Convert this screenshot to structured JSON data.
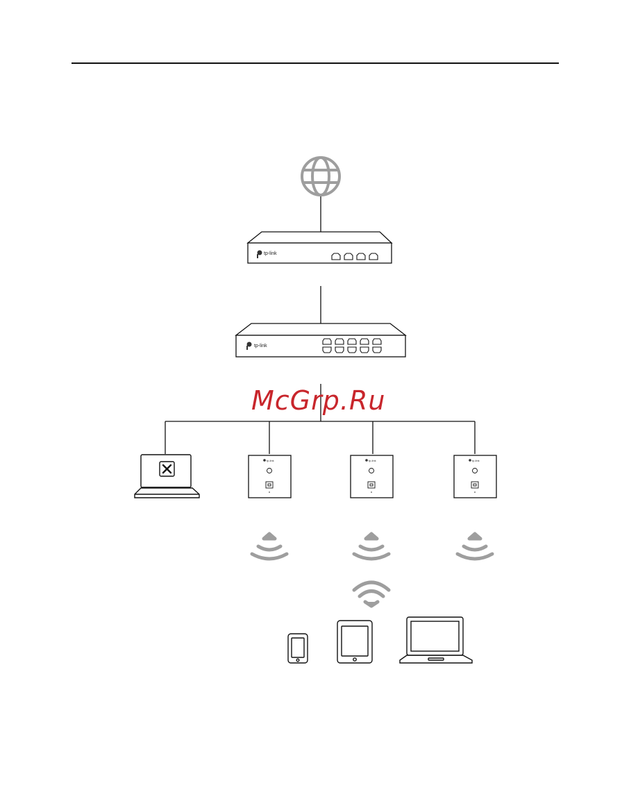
{
  "watermark": {
    "text": "McGrp.Ru",
    "color": "#c8262c"
  },
  "devices": {
    "router": {
      "brand": "tp-link"
    },
    "switch": {
      "brand": "tp-link"
    },
    "access_points": [
      {
        "brand": "tp-link"
      },
      {
        "brand": "tp-link"
      },
      {
        "brand": "tp-link"
      }
    ]
  },
  "icons": [
    "globe-icon",
    "router-icon",
    "switch-icon",
    "laptop-settings-icon",
    "access-point-icon",
    "wifi-signal-icon",
    "smartphone-icon",
    "tablet-icon",
    "laptop-icon"
  ],
  "colors": {
    "line": "#000000",
    "icon_gray": "#9e9e9e",
    "device_stroke": "#111111"
  }
}
